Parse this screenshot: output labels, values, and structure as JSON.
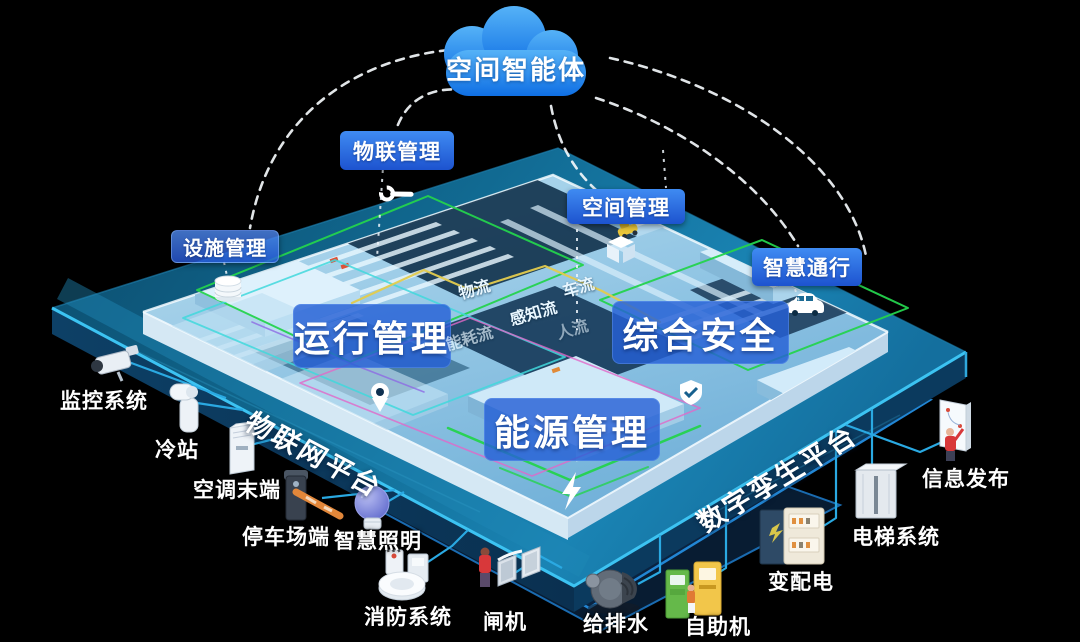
{
  "cloud": {
    "label": "空间智能体"
  },
  "modules": [
    {
      "label": "物联管理"
    },
    {
      "label": "设施管理"
    },
    {
      "label": "空间管理"
    },
    {
      "label": "智慧通行"
    }
  ],
  "domains": [
    {
      "label": "运行管理"
    },
    {
      "label": "综合安全"
    },
    {
      "label": "能源管理"
    }
  ],
  "platforms": [
    {
      "label": "物联网平台"
    },
    {
      "label": "数字孪生平台"
    }
  ],
  "flows": [
    {
      "label": "物流"
    },
    {
      "label": "车流"
    },
    {
      "label": "感知流"
    },
    {
      "label": "人流"
    },
    {
      "label": "能耗流"
    }
  ],
  "devices": [
    {
      "label": "监控系统",
      "icon": "cctv-camera-icon"
    },
    {
      "label": "冷站",
      "icon": "chiller-pump-icon"
    },
    {
      "label": "空调末端",
      "icon": "ac-terminal-icon"
    },
    {
      "label": "停车场端",
      "icon": "parking-barrier-icon"
    },
    {
      "label": "智慧照明",
      "icon": "light-bulb-icon"
    },
    {
      "label": "消防系统",
      "icon": "fire-alarm-icon"
    },
    {
      "label": "闸机",
      "icon": "turnstile-icon"
    },
    {
      "label": "给排水",
      "icon": "water-pump-icon"
    },
    {
      "label": "自助机",
      "icon": "self-service-kiosk-icon"
    },
    {
      "label": "变配电",
      "icon": "power-distribution-icon"
    },
    {
      "label": "电梯系统",
      "icon": "elevator-icon"
    },
    {
      "label": "信息发布",
      "icon": "info-display-icon"
    }
  ],
  "building_icons": [
    "wrench-icon",
    "database-icon",
    "location-pin-icon",
    "cube-icon",
    "shield-check-icon",
    "lightning-icon",
    "car-icon"
  ],
  "colors": {
    "cloud_blue": "#2f8df2",
    "label_blue": "#2563d6",
    "panel_blue": "rgba(38,96,214,0.82)",
    "platform_teal": "#116a92",
    "edge_cyan": "#3cc3f2",
    "connector_cyan": "#2aa9e2",
    "line_green": "#24d34d",
    "line_yellow": "#e3cb4e",
    "line_magenta": "#e168c8",
    "line_cyan": "#41d8dc"
  }
}
